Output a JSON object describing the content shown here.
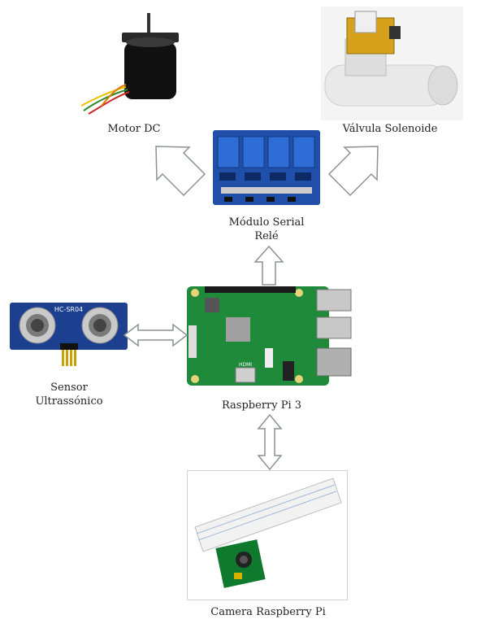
{
  "components": {
    "motor": {
      "label": "Motor DC",
      "icon": "dc-motor-icon"
    },
    "solenoid": {
      "label": "Válvula Solenoide",
      "icon": "solenoid-valve-icon"
    },
    "relay": {
      "label_line1": "Módulo Serial",
      "label_line2": "Relé",
      "icon": "relay-module-icon"
    },
    "sensor": {
      "label_line1": "Sensor",
      "label_line2": "Ultrassónico",
      "icon": "ultrasonic-sensor-icon",
      "board_text": "HC-SR04"
    },
    "raspberry": {
      "label": "Raspberry Pi 3",
      "icon": "raspberry-pi-board-icon",
      "board_text": "HDMI"
    },
    "camera": {
      "label": "Camera Raspberry Pi",
      "icon": "camera-module-icon"
    }
  },
  "connections": [
    {
      "from": "relay",
      "to": "motor",
      "direction": "one-way"
    },
    {
      "from": "relay",
      "to": "solenoid",
      "direction": "one-way"
    },
    {
      "from": "raspberry",
      "to": "relay",
      "direction": "one-way"
    },
    {
      "from": "sensor",
      "to": "raspberry",
      "direction": "two-way"
    },
    {
      "from": "raspberry",
      "to": "camera",
      "direction": "two-way"
    }
  ],
  "colors": {
    "arrow_stroke": "#8a9294",
    "arrow_fill": "#ffffff",
    "pcb_green": "#1f8a3a",
    "relay_blue": "#1f4fa8",
    "sensor_blue": "#1c3f8f"
  }
}
